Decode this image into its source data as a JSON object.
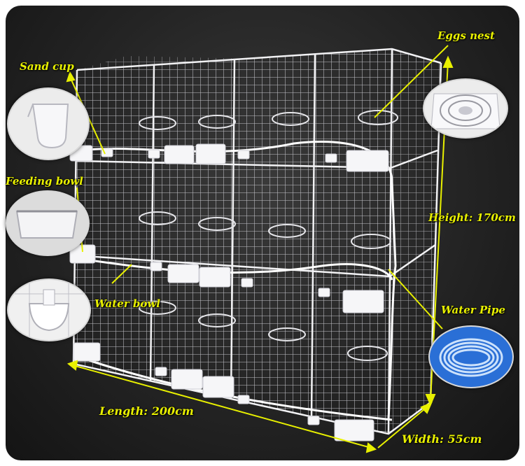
{
  "labels": {
    "sand_cup": "Sand cup",
    "eggs_nest": "Eggs nest",
    "feeding_bowl": "Feeding bowl",
    "height": "Height: 170cm",
    "water_bowl": "Water bowl",
    "water_pipe": "Water Pipe",
    "length": "Length: 200cm",
    "width": "Width: 55cm"
  },
  "colors": {
    "label": "#e8f000",
    "background": "#242424",
    "wire": "#e8e8ec"
  }
}
